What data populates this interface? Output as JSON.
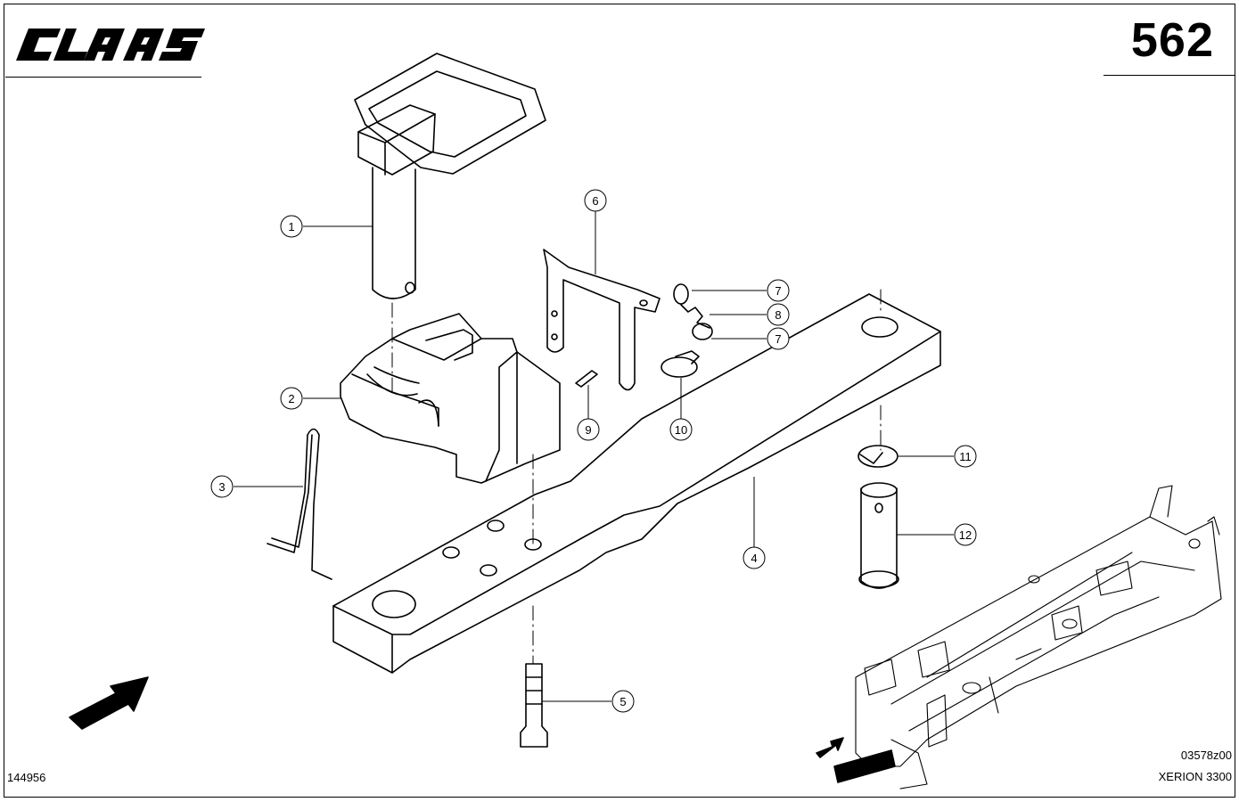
{
  "header": {
    "brand": "CLAAS",
    "page_number": "562"
  },
  "footer": {
    "drawing_number": "144956",
    "image_code": "03578z00",
    "model": "XERION 3300"
  },
  "callouts": [
    {
      "id": "c1",
      "label": "1"
    },
    {
      "id": "c2",
      "label": "2"
    },
    {
      "id": "c3",
      "label": "3"
    },
    {
      "id": "c4",
      "label": "4"
    },
    {
      "id": "c5",
      "label": "5"
    },
    {
      "id": "c6",
      "label": "6"
    },
    {
      "id": "c7a",
      "label": "7"
    },
    {
      "id": "c8",
      "label": "8"
    },
    {
      "id": "c7b",
      "label": "7"
    },
    {
      "id": "c9",
      "label": "9"
    },
    {
      "id": "c10",
      "label": "10"
    },
    {
      "id": "c11",
      "label": "11"
    },
    {
      "id": "c12",
      "label": "12"
    }
  ],
  "icons": {
    "logo": "claas-logo",
    "arrow": "direction-arrow-icon",
    "inset": "tractor-frame-inset"
  },
  "colors": {
    "ink": "#000000",
    "paper": "#ffffff"
  }
}
